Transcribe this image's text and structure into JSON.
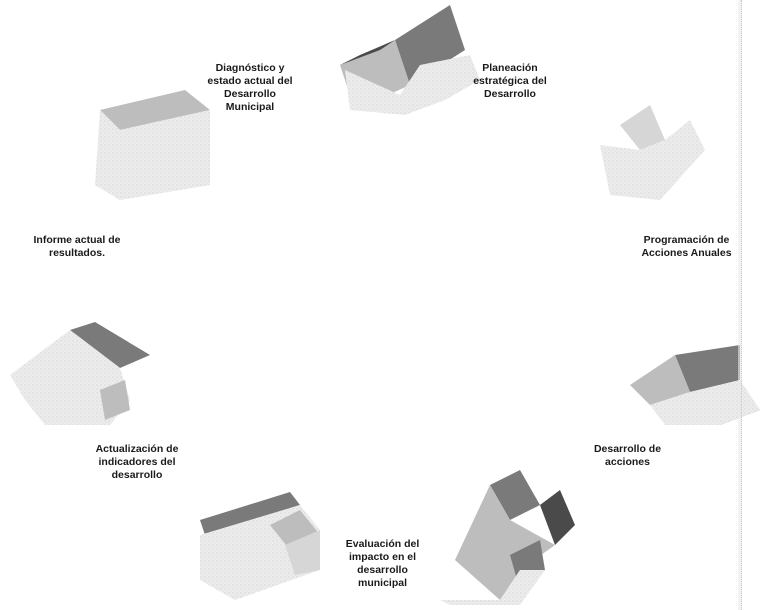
{
  "diagram": {
    "type": "cycle",
    "steps": [
      {
        "id": "diagnostico",
        "label": "Diagnóstico y\nestado actual del\nDesarrollo\nMunicipal"
      },
      {
        "id": "planeacion",
        "label": "Planeación\nestratégica del\nDesarrollo"
      },
      {
        "id": "programacion",
        "label": "Programación de\nAcciones Anuales"
      },
      {
        "id": "desarrollo-acciones",
        "label": "Desarrollo de\nacciones"
      },
      {
        "id": "evaluacion",
        "label": "Evaluación del\nimpacto en el\ndesarrollo\nmunicipal"
      },
      {
        "id": "actualizacion",
        "label": "Actualización de\nindicadores del\ndesarrollo"
      },
      {
        "id": "informe",
        "label": "Informe actual de\nresultados."
      }
    ],
    "colors": {
      "light": "#e6e6e6",
      "mid": "#bdbdbd",
      "dark": "#7a7a7a",
      "darkest": "#4a4a4a",
      "text": "#1a1a1a"
    }
  }
}
